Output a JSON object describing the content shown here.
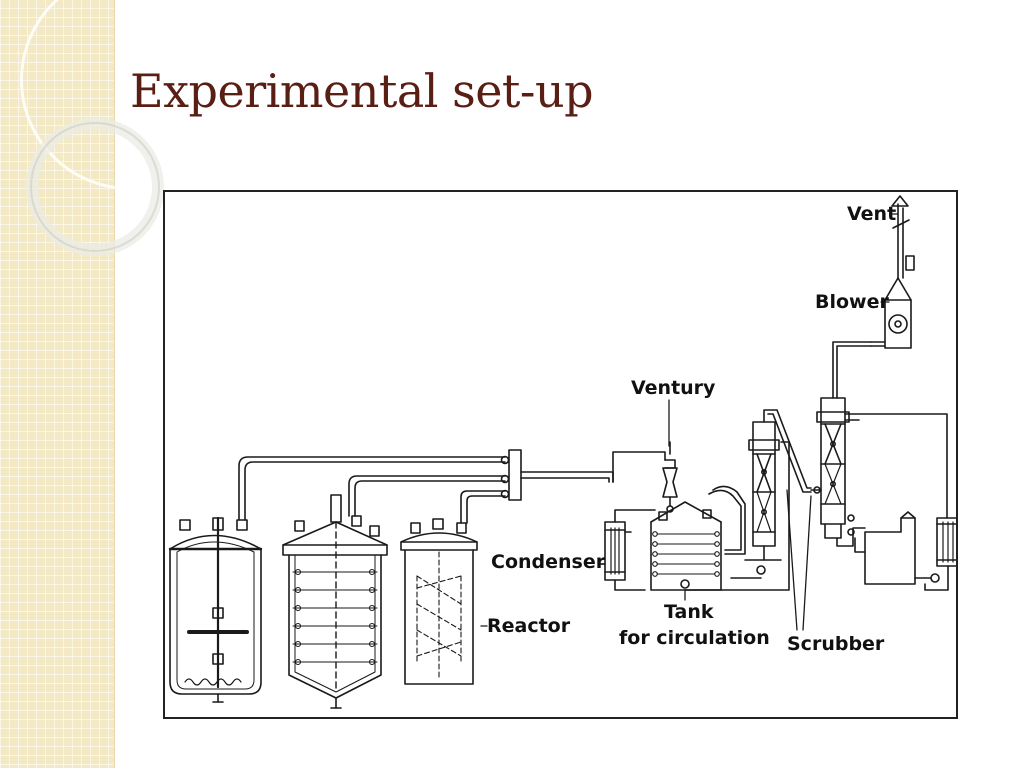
{
  "slide": {
    "title": "Experimental set-up",
    "accent_color": "#5a1f14",
    "sidebar_color": "#f3e9c4"
  },
  "diagram": {
    "labels": {
      "vent": "Vent",
      "blower": "Blower",
      "ventury": "Ventury",
      "condenser": "Condenser",
      "reactor": "Reactor",
      "tank_line1": "Tank",
      "tank_line2": "for circulation",
      "scrubber": "Scrubber"
    }
  }
}
